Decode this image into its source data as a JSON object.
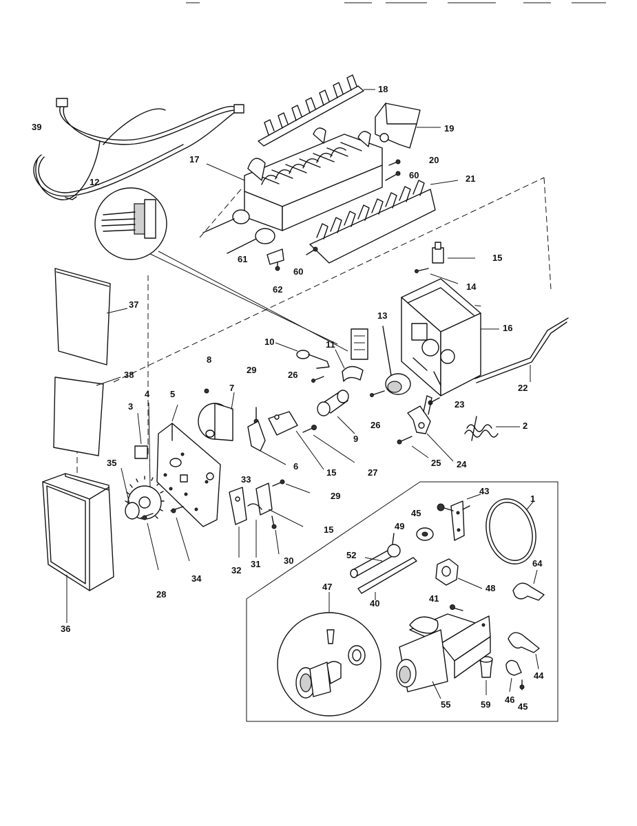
{
  "diagram": {
    "labels": [
      "39",
      "12",
      "18",
      "19",
      "17",
      "20",
      "60",
      "21",
      "61",
      "60",
      "62",
      "15",
      "14",
      "37",
      "13",
      "16",
      "10",
      "11",
      "8",
      "29",
      "26",
      "38",
      "7",
      "3",
      "4",
      "5",
      "35",
      "9",
      "26",
      "23",
      "22",
      "2",
      "25",
      "24",
      "27",
      "15",
      "6",
      "33",
      "29",
      "15",
      "30",
      "31",
      "32",
      "34",
      "28",
      "36",
      "43",
      "45",
      "1",
      "49",
      "52",
      "48",
      "64",
      "40",
      "41",
      "47",
      "44",
      "55",
      "59",
      "46",
      "45"
    ]
  }
}
